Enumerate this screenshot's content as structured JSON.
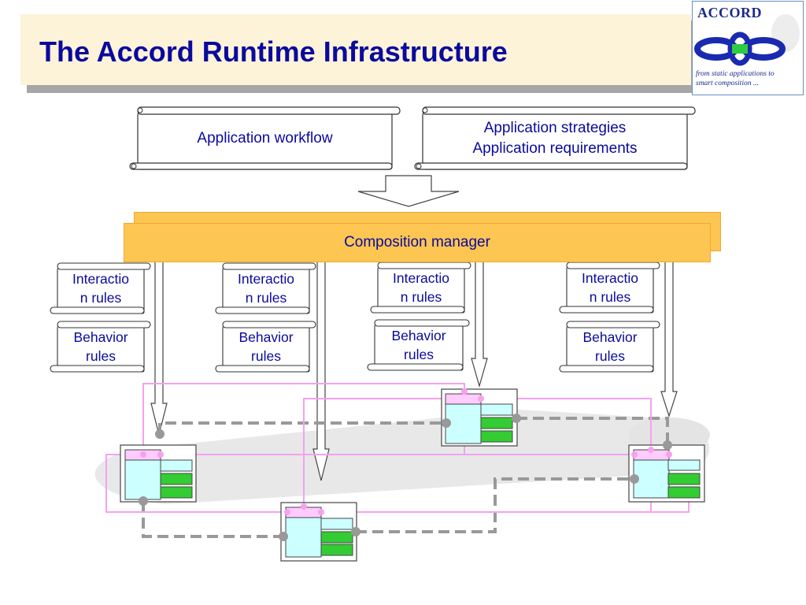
{
  "slide": {
    "title": "The Accord Runtime Infrastructure"
  },
  "logo": {
    "wordmark": "ACCORD",
    "tagline_line1": "from static applications to",
    "tagline_line2": "smart composition ..."
  },
  "inputs": {
    "workflow": "Application workflow",
    "strategies": "Application strategies",
    "requirements": "Application requirements"
  },
  "composition_manager": {
    "label": "Composition manager"
  },
  "rule_groups": [
    {
      "interaction_l1": "Interactio",
      "interaction_l2": "n rules",
      "behavior_l1": "Behavior",
      "behavior_l2": "rules"
    },
    {
      "interaction_l1": "Interactio",
      "interaction_l2": "n rules",
      "behavior_l1": "Behavior",
      "behavior_l2": "rules"
    },
    {
      "interaction_l1": "Interactio",
      "interaction_l2": "n rules",
      "behavior_l1": "Behavior",
      "behavior_l2": "rules"
    },
    {
      "interaction_l1": "Interactio",
      "interaction_l2": "n rules",
      "behavior_l1": "Behavior",
      "behavior_l2": "rules"
    }
  ],
  "colors": {
    "title_text": "#0a0a9c",
    "title_bg": "#fdf3d9",
    "composition_manager": "#fdc552",
    "component_body": "#ccffff",
    "component_port": "#33cc33",
    "component_header": "#ffccff",
    "pink_connector": "#f7a0f0",
    "dashed_connector": "#999999"
  }
}
